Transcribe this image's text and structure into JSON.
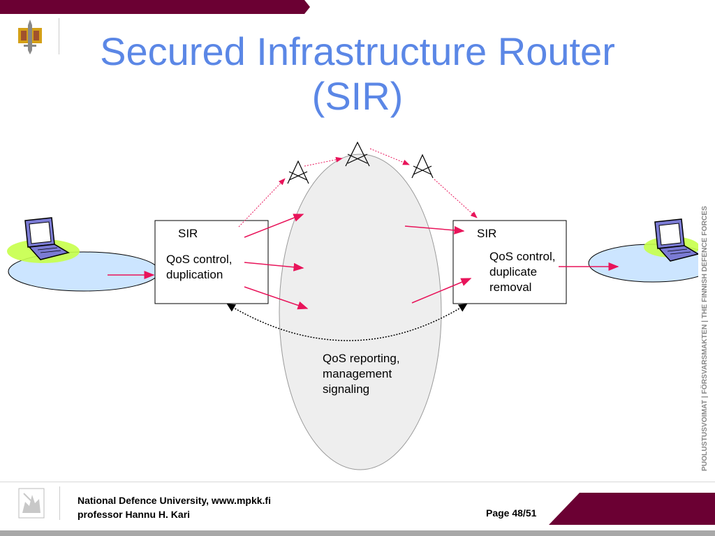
{
  "slide": {
    "title_line1": "Secured Infrastructure Router",
    "title_line2": "(SIR)",
    "side_text": "PUOLUSTUSVOIMAT  |  FÖRSVARSMAKTEN  |  THE FINNISH DEFENCE FORCES"
  },
  "diagram": {
    "left_box": {
      "title": "SIR",
      "body": "QoS control,\nduplication"
    },
    "right_box": {
      "title": "SIR",
      "body": "QoS control,\nduplicate\nremoval"
    },
    "center_label": "QoS reporting,\nmanagement\nsignaling"
  },
  "footer": {
    "line1": "National Defence University, www.mpkk.fi",
    "line2": "professor Hannu H. Kari",
    "page": "Page 48/51"
  },
  "colors": {
    "brand": "#6b0033",
    "title": "#5b87e6",
    "arrow": "#e8145a",
    "lan": "#cce5ff",
    "cloud": "#eeeeee"
  },
  "icons": [
    "defence-university-emblem-icon",
    "finnish-lion-emblem-icon",
    "antenna-tower-icon",
    "laptop-icon"
  ]
}
